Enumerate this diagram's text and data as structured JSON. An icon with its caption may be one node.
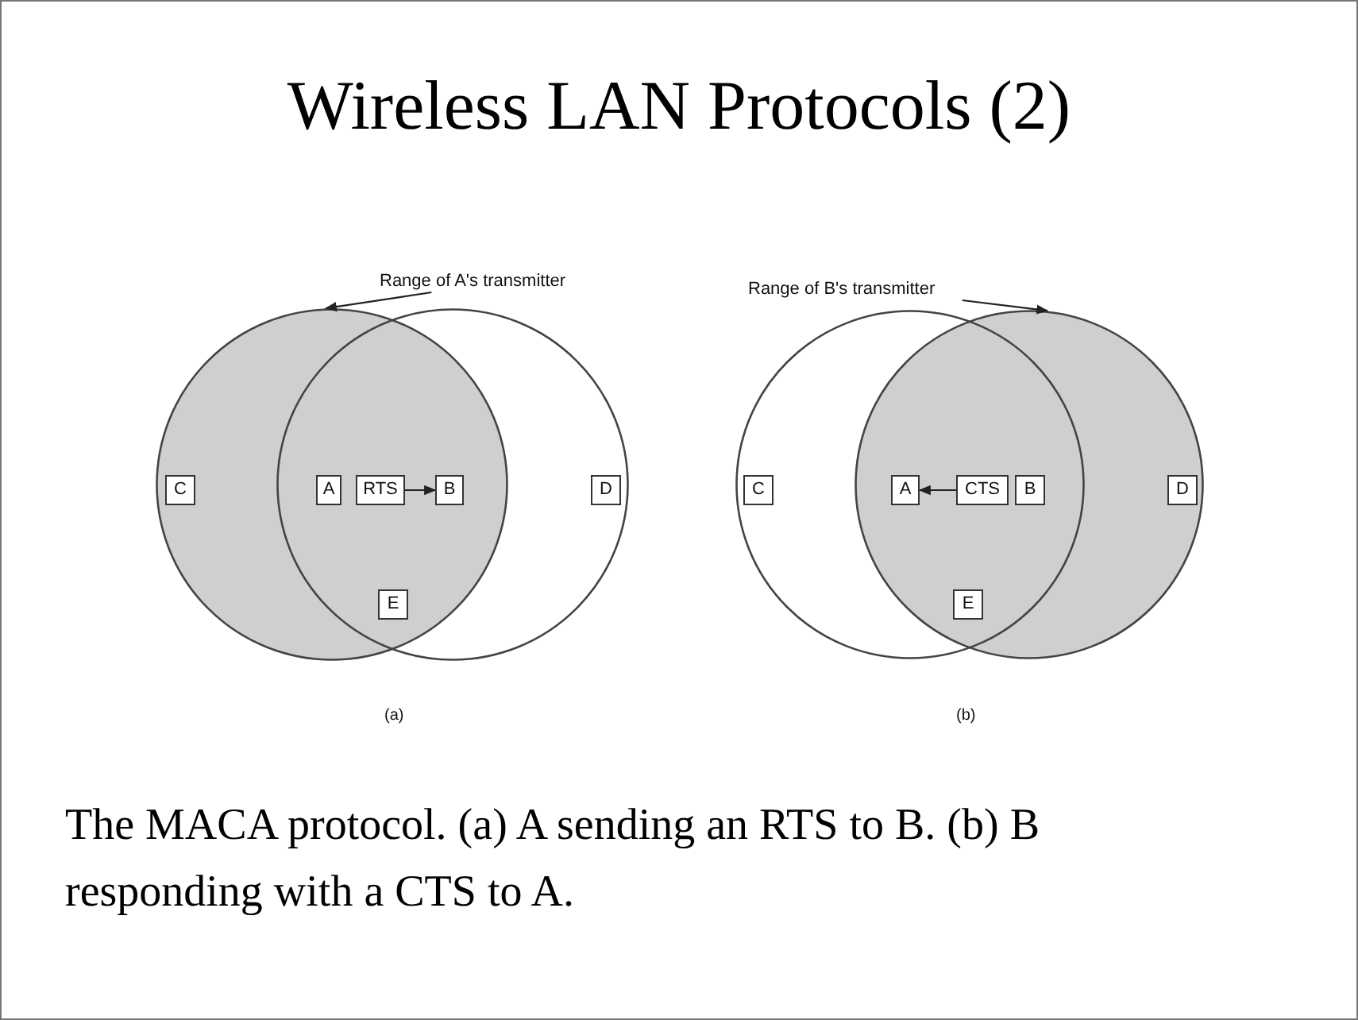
{
  "diagram": {
    "title": "Wireless LAN Protocols (2)",
    "caption": "The MACA protocol. (a) A sending an RTS to B. (b) B responding with a CTS to A.",
    "nodes": [
      {
        "text": [
          "Range of A's transmitter"
        ]
      },
      {
        "text": [],
        "shape": "circle"
      },
      {
        "text": [],
        "shape": "circle"
      },
      {
        "text": [
          "C"
        ],
        "in": 1
      },
      {
        "text": [
          "A"
        ]
      },
      {
        "text": [
          "RTS"
        ]
      },
      {
        "text": [
          "B"
        ]
      },
      {
        "text": [
          "D"
        ],
        "in": 2
      },
      {
        "text": [
          "E"
        ]
      },
      {
        "text": [
          "Range of B's transmitter"
        ]
      },
      {
        "text": [],
        "shape": "circle"
      },
      {
        "text": [],
        "shape": "circle"
      },
      {
        "text": [
          "C"
        ],
        "in": 10
      },
      {
        "text": [
          "A"
        ]
      },
      {
        "text": [
          "CTS"
        ]
      },
      {
        "text": [
          "B"
        ]
      },
      {
        "text": [
          "D"
        ],
        "in": 11
      },
      {
        "text": [
          "E"
        ]
      }
    ],
    "edges": [
      {
        "from": 0,
        "to": 1,
        "arrow": "to"
      },
      {
        "from": 5,
        "to": 6,
        "arrow": "to"
      },
      {
        "from": 9,
        "to": 11,
        "arrow": "to"
      },
      {
        "from": 14,
        "to": 13,
        "arrow": "to"
      }
    ],
    "labels": [
      "(a)",
      "(b)"
    ]
  }
}
